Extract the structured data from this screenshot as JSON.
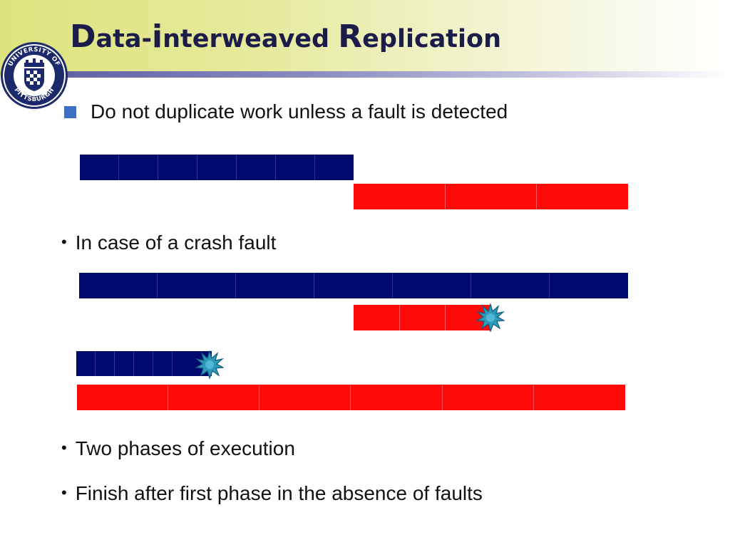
{
  "slide": {
    "title": {
      "part1_cap": "D",
      "part1_rest": "ata-",
      "part2_cap": "i",
      "part2_rest": "nterweaved ",
      "part3_cap": "R",
      "part3_rest": "eplication"
    },
    "logo": {
      "name": "university-of-pittsburgh-seal",
      "text_top": "UNIVERSITY OF",
      "text_bottom": "PITTSBURGH"
    },
    "bullets": {
      "main": "Do not duplicate work unless a fault is detected",
      "crash": "In case of a crash fault",
      "phases": "Two phases of execution",
      "finish": "Finish after first phase in the absence of faults"
    },
    "colors": {
      "primary_bar": "#000a6e",
      "replica_bar": "#ff0a0a",
      "fault_burst": "#2b9ab8",
      "title_text": "#1b1c4a",
      "square_bullet": "#3f6fc3"
    },
    "diagram": {
      "normal_primary_segments": 7,
      "normal_replica_segments": 3,
      "crash_primary_segments": 7,
      "crash_replica_segments": 3,
      "crash_replica_fault_at_segment": 3,
      "second_primary_segments": 6,
      "second_primary_fault_at_segment": 6,
      "second_replica_segments": 6
    }
  }
}
